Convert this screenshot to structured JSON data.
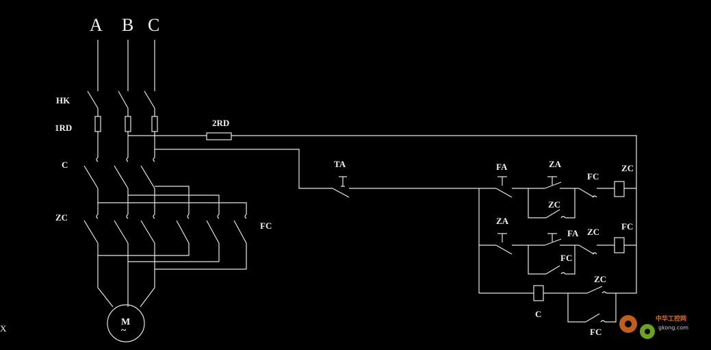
{
  "phases": [
    "A",
    "B",
    "C"
  ],
  "labels": {
    "hk": "HK",
    "rd1": "1RD",
    "rd2": "2RD",
    "c_main": "C",
    "zc_main": "ZC",
    "fc_main": "FC",
    "motor": "M",
    "motor_symbol": "~",
    "ta": "TA",
    "fa_top": "FA",
    "za_top": "ZA",
    "fc_top": "FC",
    "zc_coil_top": "ZC",
    "zc_hold_top": "ZC",
    "za_mid": "ZA",
    "fa_mid": "FA",
    "zc_mid": "ZC",
    "fc_coil_mid": "FC",
    "fc_hold_mid": "FC",
    "zc_bottom": "ZC",
    "c_coil": "C",
    "fc_bottom": "FC",
    "side_mark": "X"
  },
  "watermark": {
    "name": "中华工控网",
    "url": "gkong.com"
  }
}
